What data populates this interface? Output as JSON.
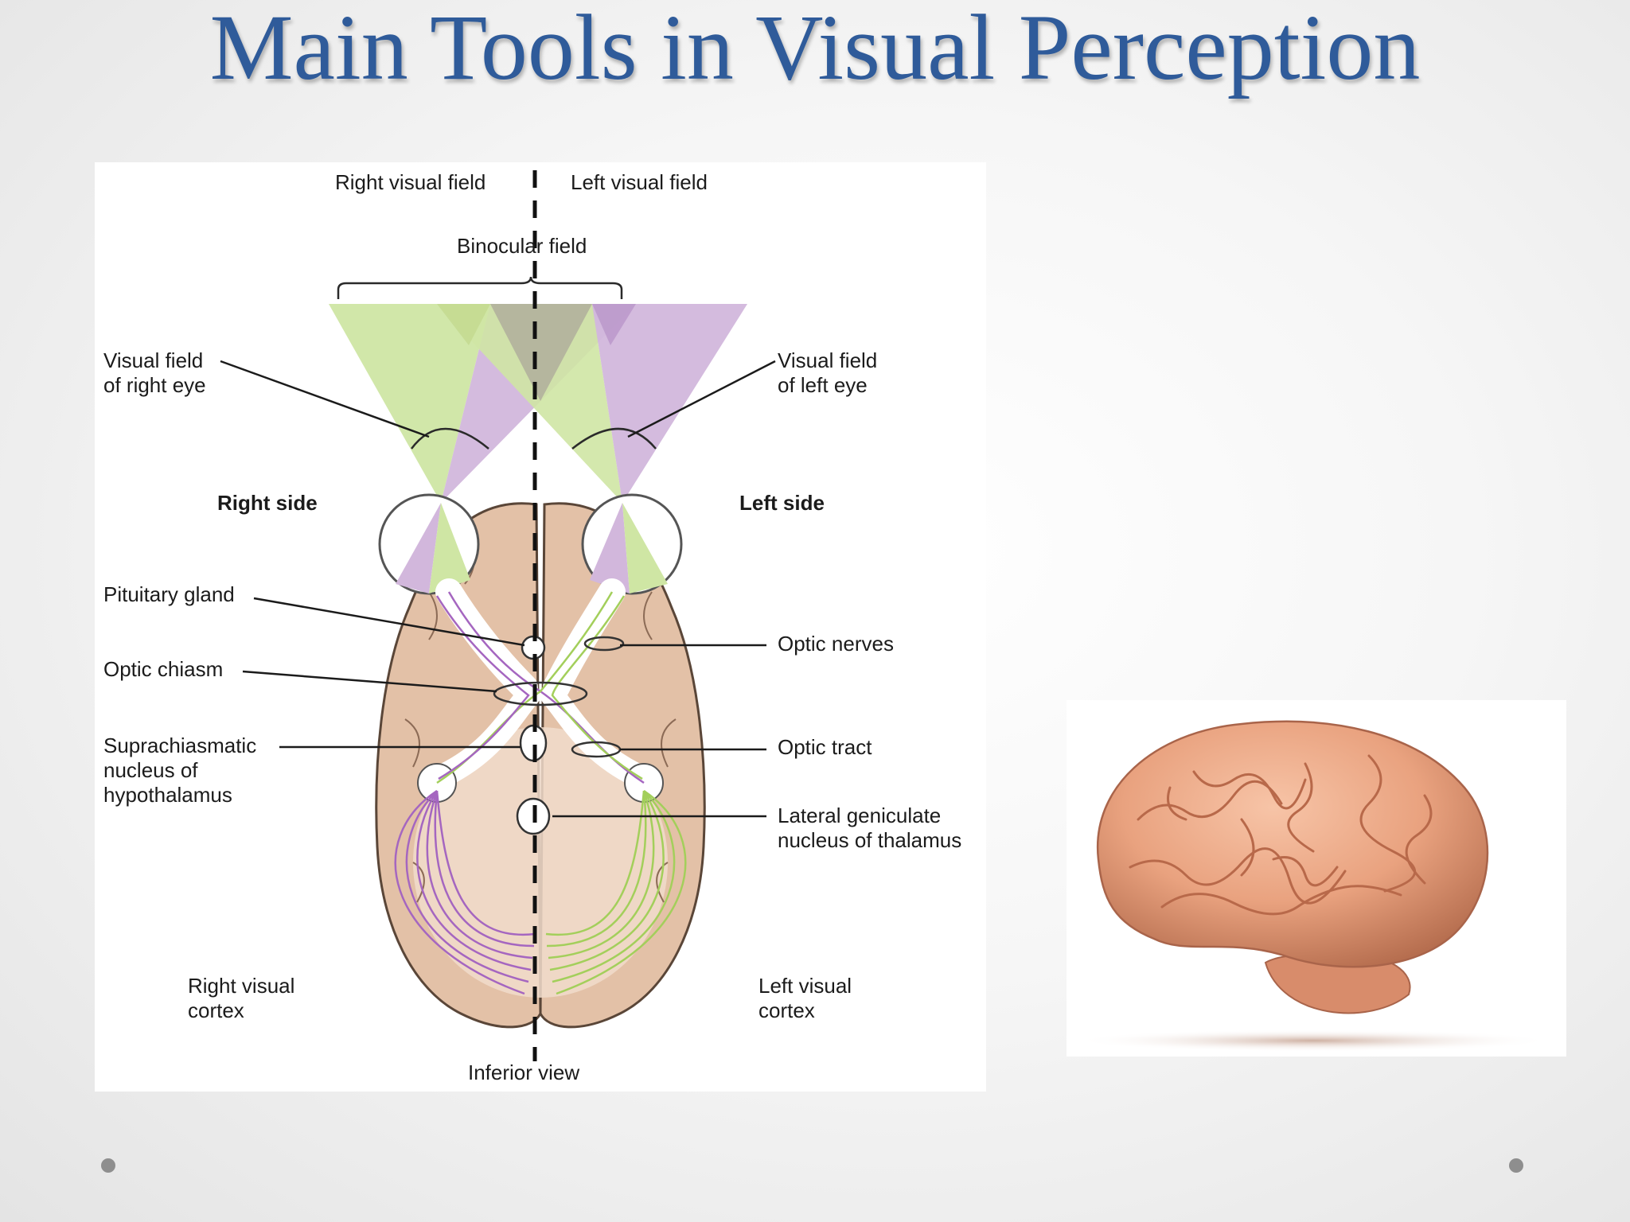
{
  "slide": {
    "title": "Main Tools in Visual Perception"
  },
  "diagram": {
    "labels": {
      "right_visual_field": "Right visual field",
      "left_visual_field": "Left visual field",
      "binocular_field": "Binocular field",
      "visual_field_right_eye": "Visual field\nof right eye",
      "visual_field_left_eye": "Visual field\nof left eye",
      "right_side": "Right side",
      "left_side": "Left side",
      "pituitary_gland": "Pituitary gland",
      "optic_chiasm": "Optic chiasm",
      "suprachiasmatic": "Suprachiasmatic\nnucleus of\nhypothalamus",
      "optic_nerves": "Optic nerves",
      "optic_tract": "Optic tract",
      "lateral_geniculate": "Lateral geniculate\nnucleus of thalamus",
      "right_visual_cortex": "Right visual\ncortex",
      "left_visual_cortex": "Left visual\ncortex",
      "inferior_view": "Inferior view"
    },
    "colors": {
      "green_field": "#cfe6a4",
      "purple_field": "#d2b7dc",
      "overlap_field": "#b1b19c",
      "green_fiber": "#a3cf5b",
      "purple_fiber": "#a566c0",
      "brain_tissue": "#e3c1a7",
      "brain_inner": "#f1dccb",
      "brain_outline": "#5a4638"
    }
  },
  "brain_photo": {
    "colors": {
      "base": "#e9a27f",
      "shadow": "#b66e4f",
      "highlight": "#f7c4a7"
    }
  },
  "theme": {
    "title_color": "#2f5b9a",
    "dot_color": "#8e8e8e"
  }
}
